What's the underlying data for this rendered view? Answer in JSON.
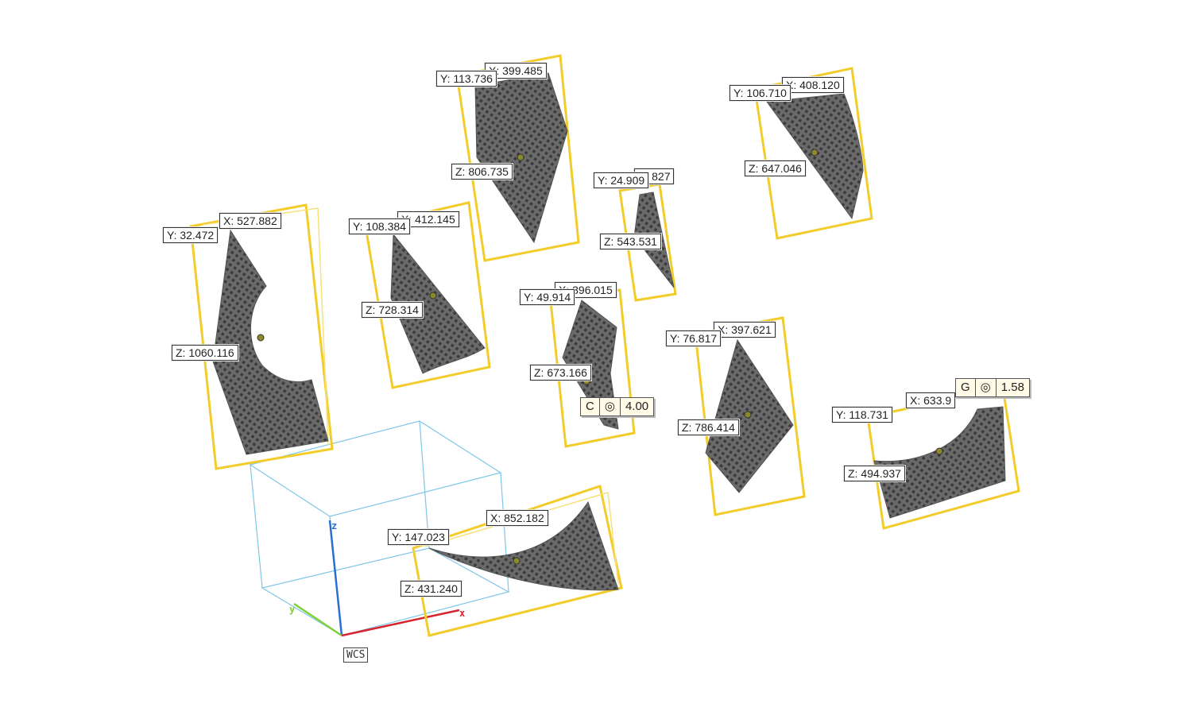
{
  "colors": {
    "bbox": "#f2cc2a",
    "mesh": "#5e5e5e",
    "mesh_dark": "#3f3f3f",
    "cube": "#7fc6e8",
    "axis_x": "#d8242f",
    "axis_y": "#7ed13a",
    "axis_z": "#2a6fd1",
    "centroid": "#8a8a2a"
  },
  "coordinate_system": {
    "label": "WCS",
    "axis_x": "x",
    "axis_y": "y",
    "axis_z": "z"
  },
  "parts": [
    {
      "id": "p1",
      "x_label": "X: 527.882",
      "y_label": "Y: 32.472",
      "z_label": "Z: 1060.116"
    },
    {
      "id": "p2",
      "x_label": "X: 412.145",
      "y_label": "Y: 108.384",
      "z_label": "Z: 728.314"
    },
    {
      "id": "p3",
      "x_label": "X: 399.485",
      "y_label": "Y: 113.736",
      "z_label": "Z: 806.735"
    },
    {
      "id": "p4",
      "x_label": "X: 827",
      "y_label": "Y: 24.909",
      "z_label": "Z: 543.531"
    },
    {
      "id": "p5",
      "x_label": "X: 408.120",
      "y_label": "Y: 106.710",
      "z_label": "Z: 647.046"
    },
    {
      "id": "p6",
      "x_label": "X: 396.015",
      "y_label": "Y: 49.914",
      "z_label": "Z: 673.166"
    },
    {
      "id": "p7",
      "x_label": "X: 397.621",
      "y_label": "Y: 76.817",
      "z_label": "Z: 786.414"
    },
    {
      "id": "p8",
      "x_label": "X: 633.9",
      "y_label": "Y: 118.731",
      "z_label": "Z: 494.937"
    },
    {
      "id": "p9",
      "x_label": "X: 852.182",
      "y_label": "Y: 147.023",
      "z_label": "Z: 431.240"
    }
  ],
  "tolerances": [
    {
      "id": "t1",
      "letter": "C",
      "symbol": "◎",
      "value": "4.00"
    },
    {
      "id": "t2",
      "letter": "G",
      "symbol": "◎",
      "value": "1.58"
    }
  ]
}
